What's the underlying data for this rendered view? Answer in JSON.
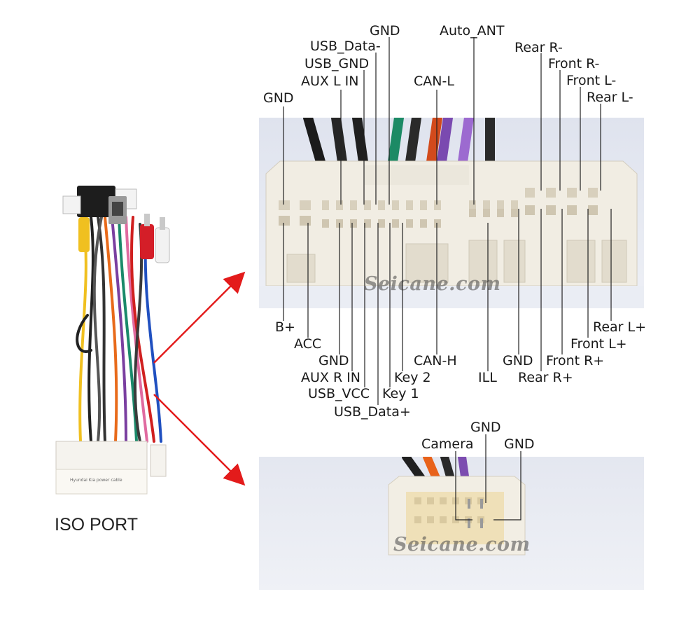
{
  "left_caption": "ISO PORT",
  "watermark": "Seicane.com",
  "harness_tag": "Hyundai Kia power cable",
  "main_connector": {
    "top_labels": {
      "gnd_left": "GND",
      "aux_l_in": "AUX L IN",
      "usb_gnd": "USB_GND",
      "usb_data_minus": "USB_Data-",
      "gnd_top": "GND",
      "can_l": "CAN-L",
      "auto_ant": "Auto_ANT",
      "rear_r_minus": "Rear R-",
      "front_r_minus": "Front R-",
      "front_l_minus": "Front L-",
      "rear_l_minus": "Rear L-"
    },
    "bottom_labels": {
      "b_plus": "B+",
      "acc": "ACC",
      "gnd_a": "GND",
      "aux_r_in": "AUX R IN",
      "usb_vcc": "USB_VCC",
      "usb_data_plus": "USB_Data+",
      "key_1": "Key 1",
      "key_2": "Key 2",
      "can_h": "CAN-H",
      "ill": "ILL",
      "gnd_b": "GND",
      "rear_r_plus": "Rear R+",
      "front_r_plus": "Front R+",
      "front_l_plus": "Front L+",
      "rear_l_plus": "Rear L+"
    }
  },
  "camera_connector": {
    "labels": {
      "camera": "Camera",
      "gnd_1": "GND",
      "gnd_2": "GND"
    }
  },
  "colors": {
    "arrow": "#e31b1b",
    "leader": "#222222",
    "connector_body": "#f1ede3",
    "photo_bg": "#e8ebf2"
  }
}
